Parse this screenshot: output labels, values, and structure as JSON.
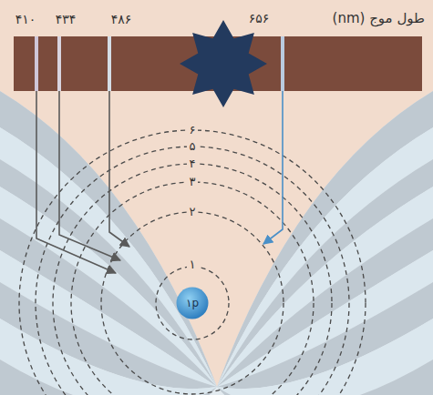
{
  "diagram": {
    "nodes": [
      {
        "text": [
          "۱p"
        ]
      }
    ],
    "labels": [
      "۴۱۰",
      "۴۳۴",
      "۴۸۶",
      "۶۵۶",
      "طول موج (nm)",
      "۶",
      "۵",
      "۴",
      "۳",
      "۲",
      "۱"
    ]
  }
}
